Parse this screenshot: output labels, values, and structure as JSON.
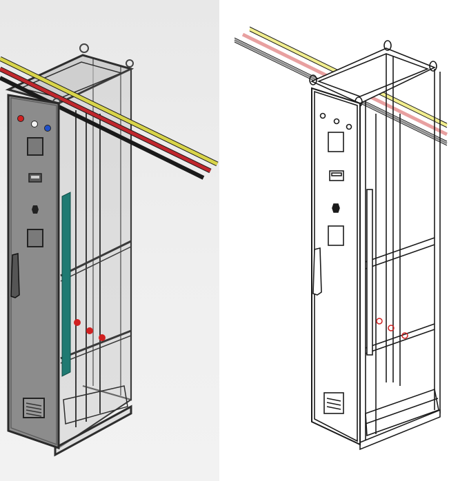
{
  "figure": {
    "views": [
      {
        "id": "shaded",
        "style": "shaded-3d-render"
      },
      {
        "id": "line",
        "style": "line-drawing"
      }
    ],
    "colors": {
      "busbar_yellow": "#d8d44a",
      "busbar_red": "#c0272d",
      "busbar_black": "#1a1a1a",
      "busbar_pale_yellow": "#f1ee8e",
      "busbar_pale_red": "#e8a0a0",
      "busbar_grey": "#8a8a8a",
      "mounting_plate": "#1f7a72",
      "door_shaded": "#8c8c8c",
      "frame_shaded": "#6e6e6e",
      "indicator_red": "#d02020",
      "indicator_white": "#f4f4f4",
      "indicator_blue": "#2050c8",
      "cable_lug_red": "#d02020"
    }
  }
}
